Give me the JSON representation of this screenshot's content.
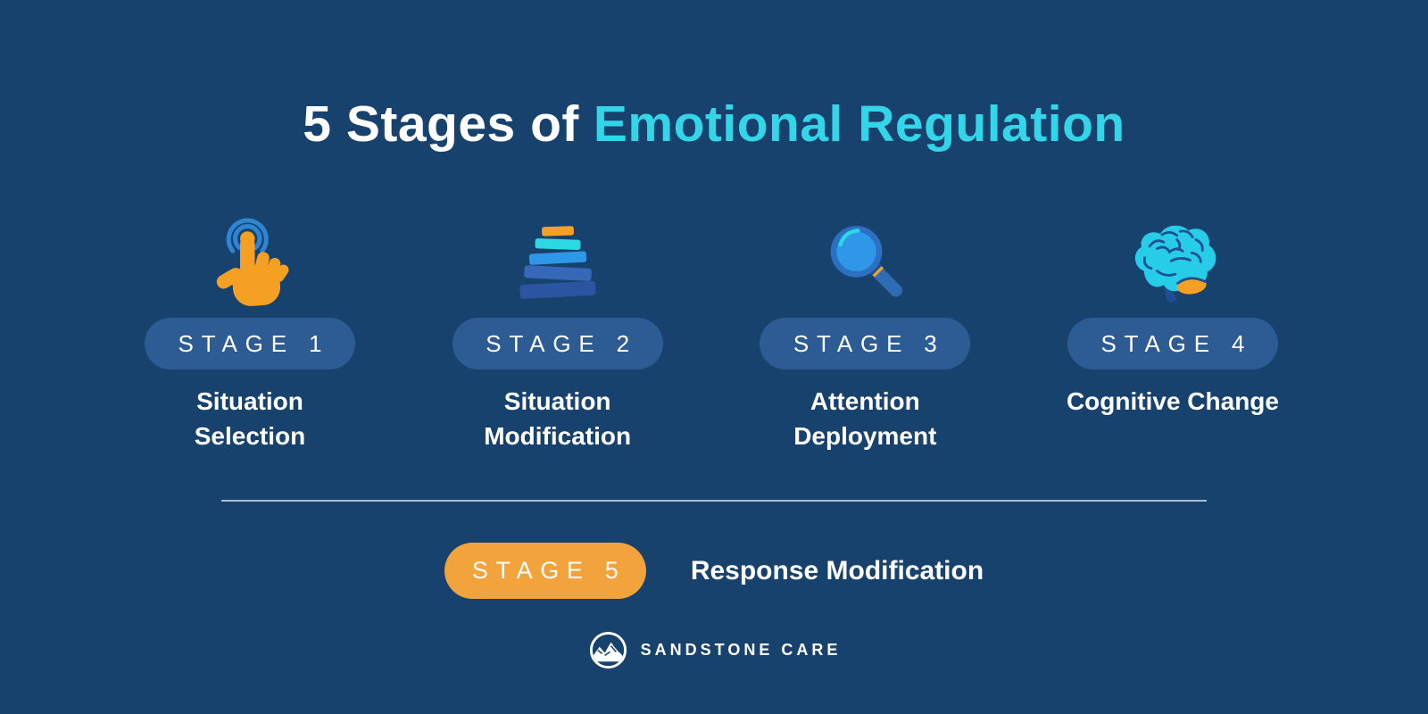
{
  "palette": {
    "background": "#18426E",
    "title_text": "#FFFFFF",
    "title_highlight": "#33D6E8",
    "badge_blue": "#2D5C94",
    "badge_orange": "#F2A33C",
    "label_text": "#FFFFFF",
    "divider": "#AFBDD2",
    "icon_orange": "#F5A023",
    "icon_cyan": "#2BD9E5",
    "icon_blue_bright": "#2E97E8",
    "icon_blue_medium": "#3568B8",
    "icon_blue_dark": "#2B55A0",
    "icon_navy_line": "#1D4F93"
  },
  "title": {
    "prefix": "5 Stages of",
    "highlight": "Emotional Regulation"
  },
  "stages": [
    {
      "badge": "STAGE 1",
      "label": "Situation\nSelection",
      "icon": "tap-gesture-icon"
    },
    {
      "badge": "STAGE 2",
      "label": "Situation\nModification",
      "icon": "stacked-blocks-icon"
    },
    {
      "badge": "STAGE 3",
      "label": "Attention\nDeployment",
      "icon": "magnifying-glass-icon"
    },
    {
      "badge": "STAGE 4",
      "label": "Cognitive Change",
      "icon": "brain-icon"
    }
  ],
  "stage5": {
    "badge": "STAGE 5",
    "label": "Response Modification"
  },
  "footer": {
    "brand": "SANDSTONE CARE",
    "icon": "mountain-logo-icon"
  }
}
